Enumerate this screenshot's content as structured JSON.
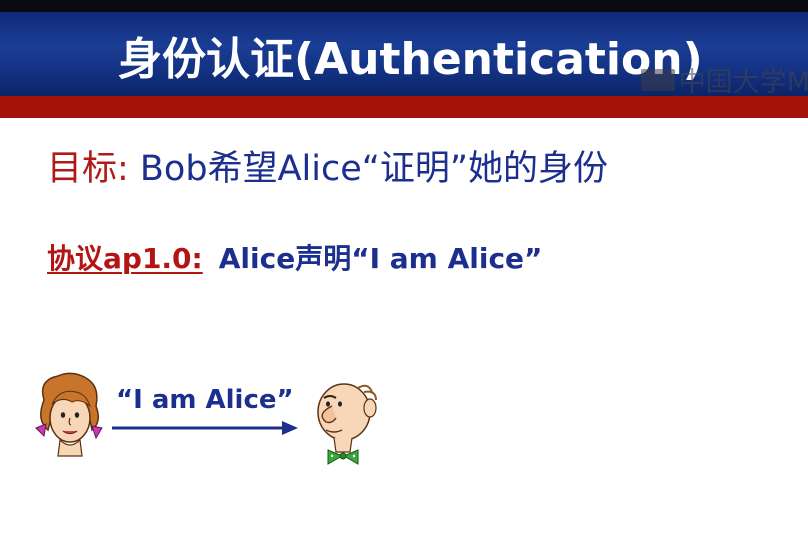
{
  "slide": {
    "title": "身份认证(Authentication)",
    "watermark": "中国大学M",
    "goal_label": "目标:",
    "goal_text": " Bob希望Alice“证明”她的身份",
    "protocol_label": "协议ap1.0:",
    "protocol_text": "Alice声明“I am Alice”",
    "message": "“I am Alice”"
  },
  "colors": {
    "header_blue": "#1a3d95",
    "red_band": "#a31309",
    "label_red": "#b01a1a",
    "text_blue": "#1c2f8e"
  },
  "figures": {
    "left": "alice-cartoon",
    "right": "bob-cartoon"
  }
}
